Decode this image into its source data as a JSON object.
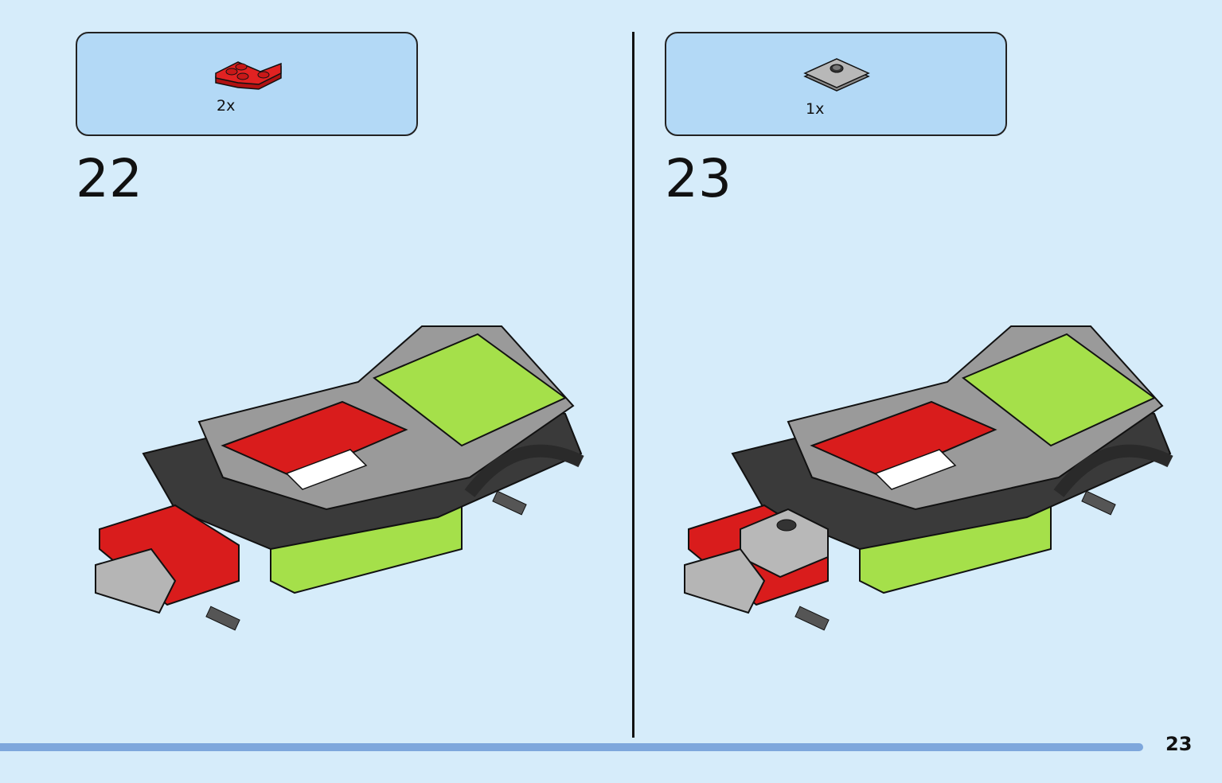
{
  "step_22": {
    "number": "22",
    "part_quantity": "2x",
    "part_icon": "red-corner-plate-icon"
  },
  "step_23": {
    "number": "23",
    "part_quantity": "1x",
    "part_icon": "gray-jumper-plate-icon"
  },
  "page_number": "23",
  "colors": {
    "background": "#d6ecfa",
    "parts_box": "#b3d9f6",
    "red": "#d91c1c",
    "lime": "#a5e04a",
    "dark_gray": "#3a3a3a",
    "light_gray": "#9a9a9a",
    "progress": "#7ea7dc"
  }
}
